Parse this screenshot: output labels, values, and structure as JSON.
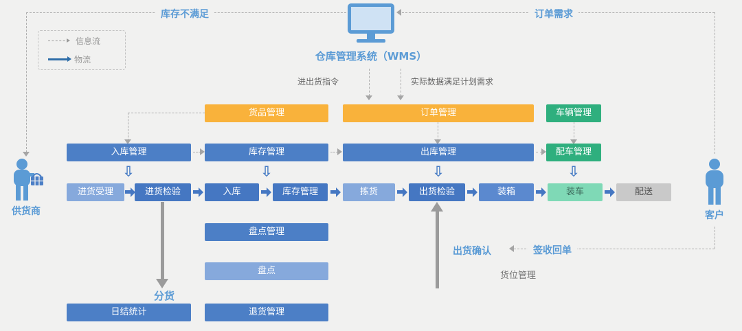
{
  "title": "仓库管理系统（WMS）",
  "legend": {
    "info_flow": "信息流",
    "logistics_flow": "物流"
  },
  "annotations": {
    "inventory_shortage": "库存不满足",
    "order_demand": "订单需求",
    "inout_instruction": "进出货指令",
    "actual_data": "实际数据满足计划需求",
    "sorting": "分货",
    "shipment_confirm": "出货确认",
    "sign_receipt": "签收回单",
    "location_mgmt": "货位管理"
  },
  "actors": {
    "supplier": "供货商",
    "customer": "客户"
  },
  "modules": {
    "goods_mgmt": "货品管理",
    "order_mgmt": "订单管理",
    "vehicle_mgmt": "车辆管理",
    "inbound_mgmt": "入库管理",
    "inventory_mgmt": "库存管理",
    "outbound_mgmt": "出库管理",
    "dispatch_mgmt": "配车管理",
    "stocktake_mgmt": "盘点管理",
    "stocktake": "盘点",
    "daily_stats": "日结统计",
    "return_mgmt": "退货管理"
  },
  "process": [
    "进货受理",
    "进货检验",
    "入库",
    "库存管理",
    "拣货",
    "出货检验",
    "装箱",
    "装车",
    "配送"
  ],
  "icons": {
    "hollow_down_arrow": "⇩"
  },
  "colors": {
    "accent_blue": "#5B9BD5",
    "bar_blue": "#4C7FC6",
    "box_blue_dark": "#4577C2",
    "box_blue_mid": "#5B89CF",
    "box_blue_light": "#86A9DC",
    "orange": "#F9B23B",
    "green": "#2FAF7E",
    "green_light": "#7FD9B6",
    "gray_box": "#C9C9C9",
    "line_gray": "#ADADAD",
    "thick_gray": "#9B9B9B"
  }
}
